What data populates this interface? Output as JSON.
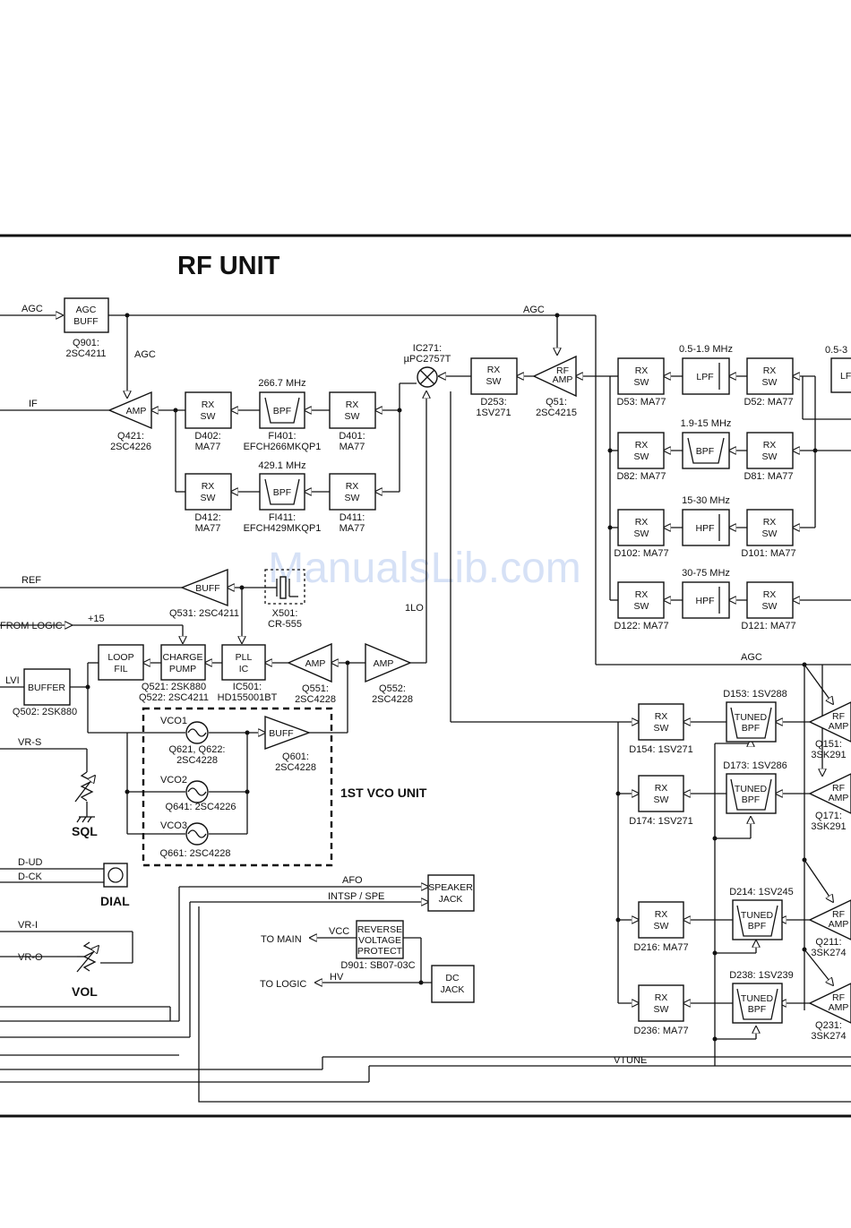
{
  "title": "RF UNIT",
  "watermark": "ManualsLib.com",
  "vco_unit_label": "1ST VCO UNIT",
  "left_signals": {
    "agc": "AGC",
    "if": "IF",
    "ref": "REF",
    "from_logic": "FROM LOGIC",
    "plus15": "+15",
    "lvi": "LVI",
    "vr_s": "VR-S",
    "sql": "SQL",
    "d_ud": "D-UD",
    "d_ck": "D-CK",
    "dial": "DIAL",
    "vr_i": "VR-I",
    "vr_o": "VR-O",
    "vol": "VOL"
  },
  "blocks": {
    "agc_buff": {
      "lines": [
        "AGC",
        "BUFF"
      ],
      "p1": "Q901:",
      "p2": "2SC4211"
    },
    "amp_if": {
      "text": "AMP",
      "p1": "Q421:",
      "p2": "2SC4226"
    },
    "rxsw_d402": {
      "lines": [
        "RX",
        "SW"
      ],
      "p1": "D402:",
      "p2": "MA77"
    },
    "bpf_fi401": {
      "text": "BPF",
      "freq": "266.7 MHz",
      "p1": "FI401:",
      "p2": "EFCH266MKQP1"
    },
    "rxsw_d401": {
      "lines": [
        "RX",
        "SW"
      ],
      "p1": "D401:",
      "p2": "MA77"
    },
    "rxsw_d412": {
      "lines": [
        "RX",
        "SW"
      ],
      "p1": "D412:",
      "p2": "MA77"
    },
    "bpf_fi411": {
      "text": "BPF",
      "freq": "429.1 MHz",
      "p1": "FI411:",
      "p2": "EFCH429MKQP1"
    },
    "rxsw_d411": {
      "lines": [
        "RX",
        "SW"
      ],
      "p1": "D411:",
      "p2": "MA77"
    },
    "mixer_ic271": {
      "p1": "IC271:",
      "p2": "µPC2757T"
    },
    "rxsw_d253": {
      "lines": [
        "RX",
        "SW"
      ],
      "p1": "D253:",
      "p2": "1SV271"
    },
    "rfamp_q51": {
      "lines": [
        "RF",
        "AMP"
      ],
      "p1": "Q51:",
      "p2": "2SC4215"
    },
    "buff_q531": {
      "text": "BUFF",
      "part": "Q531: 2SC4211"
    },
    "x501": {
      "p1": "X501:",
      "p2": "CR-555"
    },
    "loop_fil": {
      "lines": [
        "LOOP",
        "FIL"
      ]
    },
    "charge_pump": {
      "lines": [
        "CHARGE",
        "PUMP"
      ],
      "p1": "Q521: 2SK880",
      "p2": "Q522: 2SC4211"
    },
    "pll_ic": {
      "lines": [
        "PLL",
        "IC"
      ],
      "p1": "IC501:",
      "p2": "HD155001BT"
    },
    "amp_q551": {
      "text": "AMP",
      "p1": "Q551:",
      "p2": "2SC4228"
    },
    "amp_q552": {
      "text": "AMP",
      "p1": "Q552:",
      "p2": "2SC4228"
    },
    "lo_label": "1LO",
    "buffer_q502": {
      "text": "BUFFER",
      "part": "Q502: 2SK880"
    },
    "vco1": {
      "name": "VCO1",
      "p1": "Q621, Q622:",
      "p2": "2SC4228"
    },
    "vco2": {
      "name": "VCO2",
      "part": "Q641: 2SC4226"
    },
    "vco3": {
      "name": "VCO3",
      "part": "Q661: 2SC4228"
    },
    "buff_q601": {
      "text": "BUFF",
      "p1": "Q601:",
      "p2": "2SC4228"
    },
    "speaker_jack": {
      "lines": [
        "SPEAKER",
        "JACK"
      ],
      "afo": "AFO",
      "intsp": "INTSP / SPE"
    },
    "reverse_protect": {
      "lines": [
        "REVERSE",
        "VOLTAGE",
        "PROTECT"
      ],
      "part": "D901: SB07-03C",
      "vcc": "VCC",
      "to_main": "TO MAIN"
    },
    "dc_jack": {
      "lines": [
        "DC",
        "JACK"
      ],
      "hv": "HV",
      "to_logic": "TO LOGIC"
    }
  },
  "right_section": {
    "agc_top": "AGC",
    "agc_mid": "AGC",
    "vtune": "VTUNE",
    "filter_rows": [
      {
        "freq": "0.5-1.9 MHz",
        "filter": "LPF",
        "left": "D53: MA77",
        "right": "D52: MA77"
      },
      {
        "freq": "1.9-15 MHz",
        "filter": "BPF",
        "left": "D82: MA77",
        "right": "D81: MA77"
      },
      {
        "freq": "15-30 MHz",
        "filter": "HPF",
        "left": "D102: MA77",
        "right": "D101: MA77"
      },
      {
        "freq": "30-75 MHz",
        "filter": "HPF",
        "left": "D122: MA77",
        "right": "D121: MA77"
      }
    ],
    "edge_freq": "0.5-3",
    "edge_filter": "LF",
    "tuned_rows": [
      {
        "sw": "D154: 1SV271",
        "bpf": "D153: 1SV288",
        "amp": "Q151:",
        "amp2": "3SK291"
      },
      {
        "sw": "D174: 1SV271",
        "bpf": "D173: 1SV286",
        "amp": "Q171:",
        "amp2": "3SK291"
      },
      {
        "sw": "D216: MA77",
        "bpf": "D214: 1SV245",
        "amp": "Q211:",
        "amp2": "3SK274"
      },
      {
        "sw": "D236: MA77",
        "bpf": "D238: 1SV239",
        "amp": "Q231:",
        "amp2": "3SK274"
      }
    ],
    "rx": "RX",
    "sw": "SW",
    "tuned": "TUNED",
    "bpf": "BPF",
    "rf": "RF",
    "amp": "AMP"
  }
}
